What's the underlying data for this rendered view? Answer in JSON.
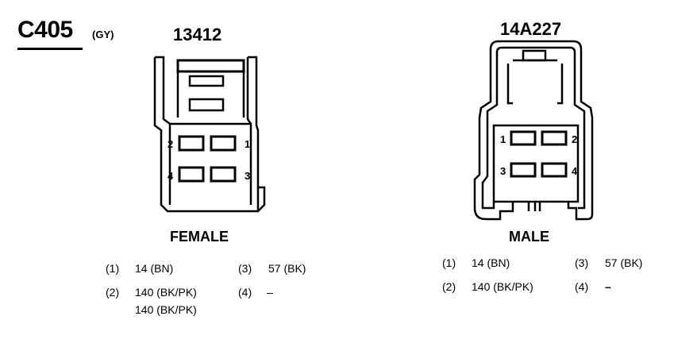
{
  "connector": {
    "id": "C405",
    "color": "(GY)"
  },
  "female": {
    "part_number": "13412",
    "label": "FEMALE",
    "cavity_numbers": [
      "2",
      "1",
      "4",
      "3"
    ],
    "pins": [
      {
        "num": "(1)",
        "circuit": "14 (BN)"
      },
      {
        "num": "(2)",
        "circuit": "140 (BK/PK)",
        "circuit2": "140 (BK/PK)"
      },
      {
        "num": "(3)",
        "circuit": "57 (BK)"
      },
      {
        "num": "(4)",
        "circuit": "–"
      }
    ]
  },
  "male": {
    "part_number": "14A227",
    "label": "MALE",
    "cavity_numbers": [
      "1",
      "2",
      "3",
      "4"
    ],
    "pins": [
      {
        "num": "(1)",
        "circuit": "14 (BN)"
      },
      {
        "num": "(2)",
        "circuit": "140 (BK/PK)"
      },
      {
        "num": "(3)",
        "circuit": "57 (BK)"
      },
      {
        "num": "(4)",
        "circuit": "–"
      }
    ]
  }
}
